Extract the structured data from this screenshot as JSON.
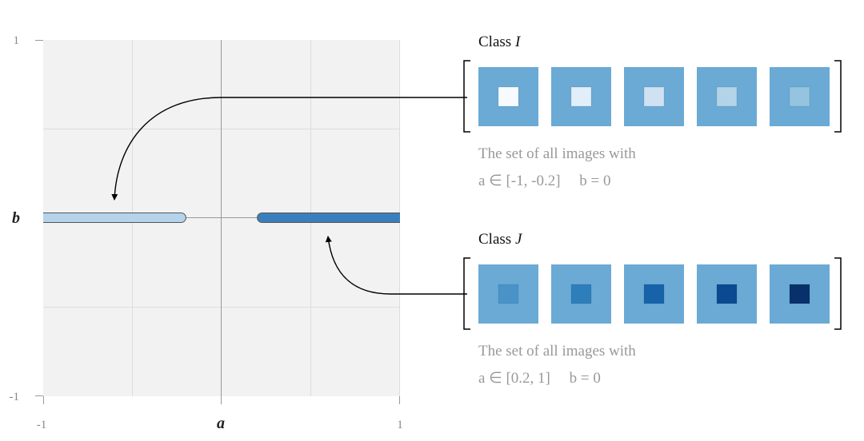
{
  "plot": {
    "x_axis": {
      "label": "a",
      "tick_min": "-1",
      "tick_max": "1"
    },
    "y_axis": {
      "label": "b",
      "tick_max": "1",
      "tick_min": "-1"
    },
    "gridlines": true,
    "colors": {
      "background": "#f2f2f2",
      "grid": "#dddddd",
      "axis": "#999999"
    },
    "segments": [
      {
        "name": "class-i-segment",
        "a_range": [
          -1,
          -0.2
        ],
        "b": 0,
        "color": "#b5d3eb"
      },
      {
        "name": "class-j-segment",
        "a_range": [
          0.2,
          1
        ],
        "b": 0,
        "color": "#3a7fbd"
      }
    ]
  },
  "classes": [
    {
      "key": "i",
      "title_prefix": "Class ",
      "title_var": "I",
      "desc_line1": "The set of all images with",
      "desc_line2": "a ∈ [-1, -0.2]     b = 0",
      "tile_background": "#6aaad5",
      "tile_squares": [
        "#f7fbff",
        "#e2eef9",
        "#cfe1f2",
        "#b3d3e8",
        "#94c4df"
      ]
    },
    {
      "key": "j",
      "title_prefix": "Class ",
      "title_var": "J",
      "desc_line1": "The set of all images with",
      "desc_line2": "a ∈ [0.2, 1]     b = 0",
      "tile_background": "#6aaad5",
      "tile_squares": [
        "#4a93c9",
        "#2e7ebc",
        "#1763aa",
        "#0a4a90",
        "#08306b"
      ]
    }
  ]
}
